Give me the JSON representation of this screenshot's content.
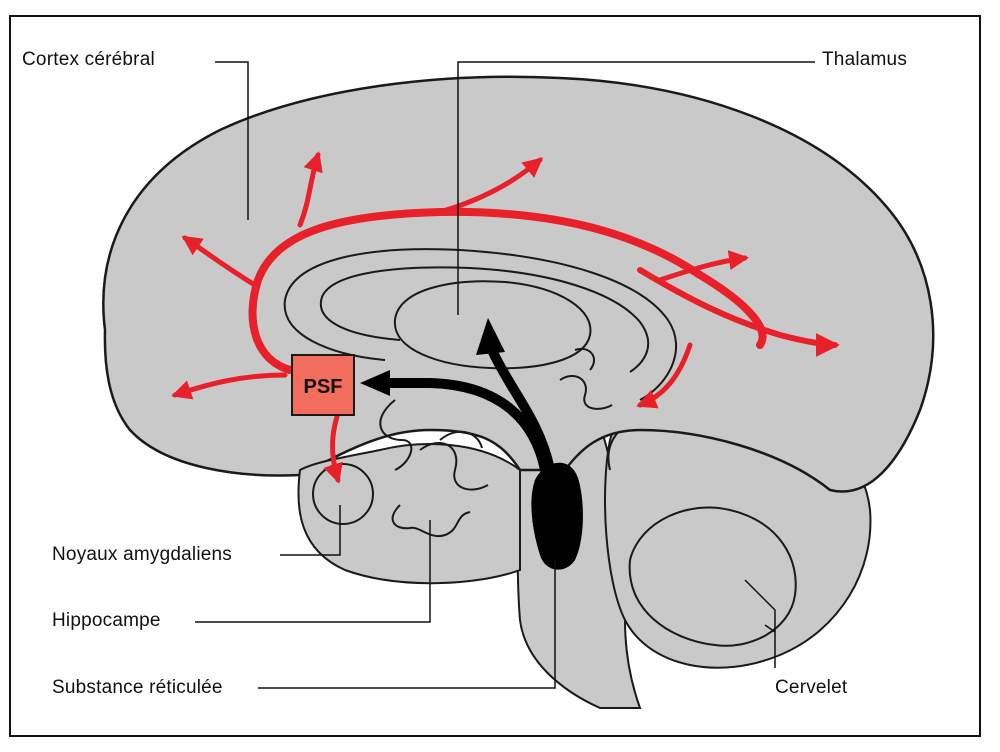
{
  "labels": {
    "cortex": "Cortex cérébral",
    "thalamus": "Thalamus",
    "amygdala": "Noyaux amygdaliens",
    "hippocampus": "Hippocampe",
    "reticular": "Substance réticulée",
    "cerebellum": "Cervelet",
    "psf": "PSF"
  },
  "colors": {
    "brain_fill": "#c9c9c9",
    "outline": "#1a1a1a",
    "pathway_red": "#e8202a",
    "psf_box": "#f26d5b",
    "reticular_black": "#000000"
  }
}
